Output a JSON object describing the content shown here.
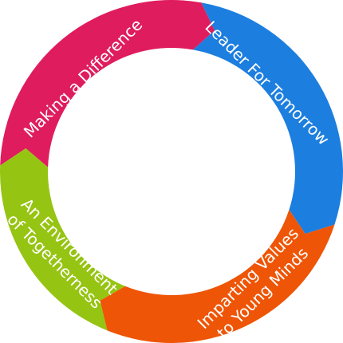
{
  "segments": [
    {
      "id": "pink",
      "color": "#DF1C5E",
      "label_lines": [
        "Making a  Difference"
      ]
    },
    {
      "id": "blue",
      "color": "#1C7EDF",
      "label_lines": [
        "Leader For Tomorrow"
      ]
    },
    {
      "id": "orange",
      "color": "#EE5506",
      "label_lines": [
        "Imparting Values",
        "to Young Minds"
      ]
    },
    {
      "id": "green",
      "color": "#96C412",
      "label_lines": [
        "An Environment",
        "of Togetherness"
      ]
    }
  ]
}
